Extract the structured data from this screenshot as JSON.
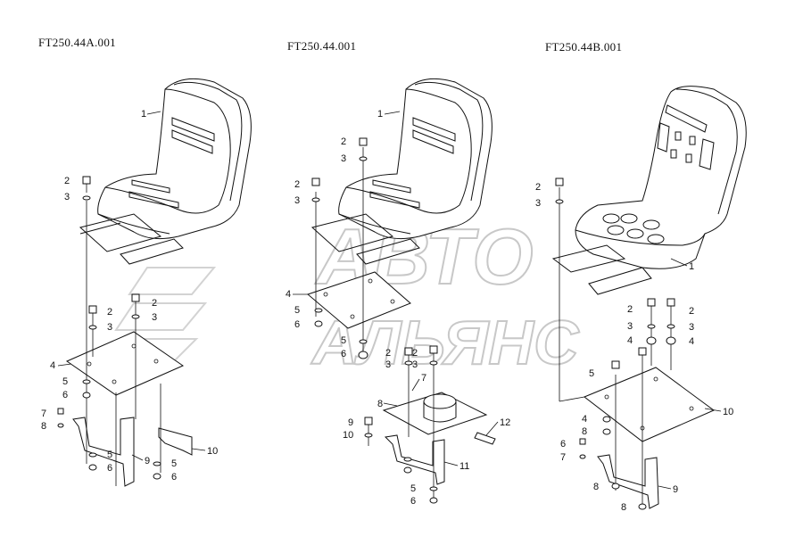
{
  "titles": {
    "left": "FT250.44A.001",
    "center": "FT250.44.001",
    "right": "FT250.44B.001"
  },
  "watermark": {
    "line1": "АВТО",
    "line2": "АЛЬЯНС"
  },
  "left_callouts": [
    "1",
    "2",
    "3",
    "2",
    "3",
    "2",
    "3",
    "4",
    "5",
    "6",
    "7",
    "8",
    "9",
    "5",
    "6",
    "10",
    "5",
    "6"
  ],
  "center_callouts": [
    "1",
    "2",
    "3",
    "2",
    "3",
    "4",
    "5",
    "6",
    "5",
    "6",
    "2",
    "3",
    "2",
    "3",
    "7",
    "8",
    "9",
    "10",
    "11",
    "12",
    "5",
    "6"
  ],
  "right_callouts": [
    "1",
    "2",
    "3",
    "2",
    "3",
    "4",
    "2",
    "3",
    "4",
    "5",
    "10",
    "4",
    "8",
    "6",
    "7",
    "8",
    "9",
    "8"
  ]
}
